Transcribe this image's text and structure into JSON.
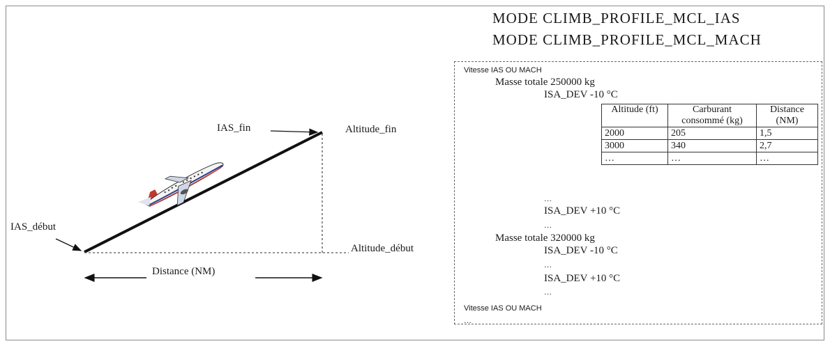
{
  "diagram": {
    "ias_start": "IAS_début",
    "ias_end": "IAS_fin",
    "altitude_end": "Altitude_fin",
    "altitude_start": "Altitude_début",
    "distance": "Distance (NM)"
  },
  "titles": {
    "line1": "MODE CLIMB_PROFILE_MCL_IAS",
    "line2": "MODE CLIMB_PROFILE_MCL_MACH"
  },
  "panel": {
    "speed1": "Vitesse IAS OU MACH",
    "mass1": "Masse totale 250000 kg",
    "isa1": "ISA_DEV -10 °C",
    "table": {
      "headers": [
        "Altitude (ft)",
        "Carburant consommé (kg)",
        "Distance (NM)"
      ],
      "rows": [
        [
          "2000",
          "205",
          "1,5"
        ],
        [
          "3000",
          "340",
          "2,7"
        ],
        [
          "…",
          "…",
          "…"
        ]
      ]
    },
    "dots_a": "…",
    "isa2": "ISA_DEV +10 °C",
    "dots_b": "…",
    "mass2": "Masse totale 320000 kg",
    "isa3": "ISA_DEV -10 °C",
    "dots_c": "…",
    "isa4": "ISA_DEV +10 °C",
    "dots_d": "…",
    "speed2": "Vitesse IAS OU MACH",
    "dots_e": "…"
  }
}
